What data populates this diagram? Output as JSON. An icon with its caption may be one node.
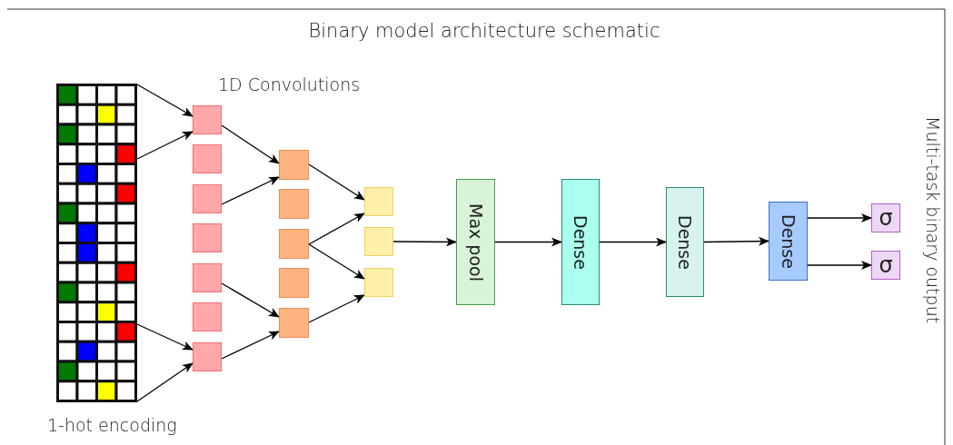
{
  "diagram": {
    "title": "Binary model architecture schematic",
    "nodes": [
      {
        "text": [],
        "shape": "picture",
        "beside": [
          "1-hot encoding"
        ]
      },
      {
        "text": [],
        "shape": "box"
      },
      {
        "text": [],
        "shape": "box"
      },
      {
        "text": [],
        "shape": "box"
      },
      {
        "text": [],
        "shape": "box"
      },
      {
        "text": [],
        "shape": "box"
      },
      {
        "text": [],
        "shape": "box"
      },
      {
        "text": [],
        "shape": "box"
      },
      {
        "text": [],
        "shape": "box"
      },
      {
        "text": [],
        "shape": "box"
      },
      {
        "text": [],
        "shape": "box"
      },
      {
        "text": [],
        "shape": "box"
      },
      {
        "text": [],
        "shape": "box"
      },
      {
        "text": [],
        "shape": "box"
      },
      {
        "text": [],
        "shape": "box"
      },
      {
        "text": [],
        "shape": "box"
      },
      {
        "text": [
          "Max pool"
        ]
      },
      {
        "text": [
          "Dense"
        ]
      },
      {
        "text": [
          "Dense"
        ]
      },
      {
        "text": [
          "Dense"
        ]
      },
      {
        "text": [
          "σ"
        ]
      },
      {
        "text": [
          "σ"
        ]
      }
    ],
    "edges": [
      {
        "from": 0,
        "to": 1,
        "arrow": "to"
      },
      {
        "from": 0,
        "to": 1,
        "arrow": "to"
      },
      {
        "from": 0,
        "to": 7,
        "arrow": "to"
      },
      {
        "from": 0,
        "to": 7,
        "arrow": "to"
      },
      {
        "from": 1,
        "to": 8,
        "arrow": "to"
      },
      {
        "from": 3,
        "to": 8,
        "arrow": "to"
      },
      {
        "from": 5,
        "to": 12,
        "arrow": "to"
      },
      {
        "from": 7,
        "to": 12,
        "arrow": "to"
      },
      {
        "from": 8,
        "to": 13,
        "arrow": "to"
      },
      {
        "from": 10,
        "to": 13,
        "arrow": "to"
      },
      {
        "from": 10,
        "to": 15,
        "arrow": "to"
      },
      {
        "from": 12,
        "to": 15,
        "arrow": "to"
      },
      {
        "from": 14,
        "to": 16,
        "arrow": "to"
      },
      {
        "from": 16,
        "to": 17,
        "arrow": "to"
      },
      {
        "from": 17,
        "to": 18,
        "arrow": "to"
      },
      {
        "from": 18,
        "to": 19,
        "arrow": "to"
      },
      {
        "from": 19,
        "to": 20,
        "arrow": "to"
      },
      {
        "from": 19,
        "to": 21,
        "arrow": "to"
      }
    ],
    "labels": [
      "1D Convolutions",
      "Multi-task binary output"
    ]
  }
}
